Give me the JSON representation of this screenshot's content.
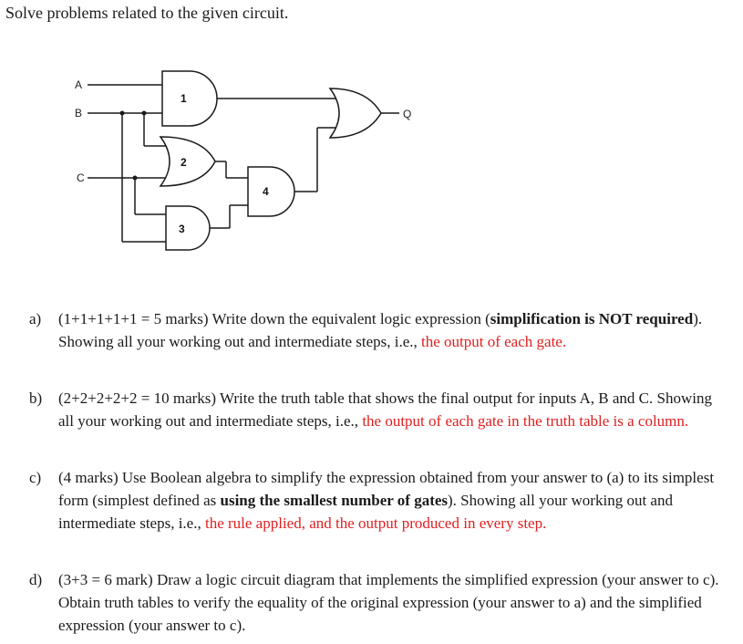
{
  "title": "Solve problems related to the given circuit.",
  "circuit": {
    "inputs": [
      "A",
      "B",
      "C"
    ],
    "output": "Q",
    "gates": [
      "1",
      "2",
      "3",
      "4"
    ]
  },
  "questions": [
    {
      "tag": "a)",
      "marks": "(1+1+1+1+1 = 5 marks)",
      "text1": " Write down the equivalent logic expression (",
      "bold1": "simplification is NOT required",
      "text2": "). Showing all your working out and intermediate steps, i.e., ",
      "red": "the output of each gate."
    },
    {
      "tag": "b)",
      "marks": "(2+2+2+2+2 = 10 marks)",
      "text1": " Write the truth table that shows the final output for inputs A, B and C. Showing all your working out and intermediate steps, i.e., ",
      "red": "the output of each gate in the truth table is a column."
    },
    {
      "tag": "c)",
      "marks": "(4 marks)",
      "text1": " Use Boolean algebra to simplify the expression obtained from your answer to (a) to its simplest form (simplest defined as ",
      "bold1": "using the smallest number of gates",
      "text2": "). Showing all your working out and intermediate steps, i.e., ",
      "red": "the rule applied, and the output produced in every step."
    },
    {
      "tag": "d)",
      "marks": "(3+3 = 6 mark)",
      "text1": " Draw a logic circuit diagram that implements the simplified expression (your answer to c). Obtain truth tables to verify the equality of the original expression (your answer to a) and the simplified expression (your answer to c)."
    }
  ]
}
